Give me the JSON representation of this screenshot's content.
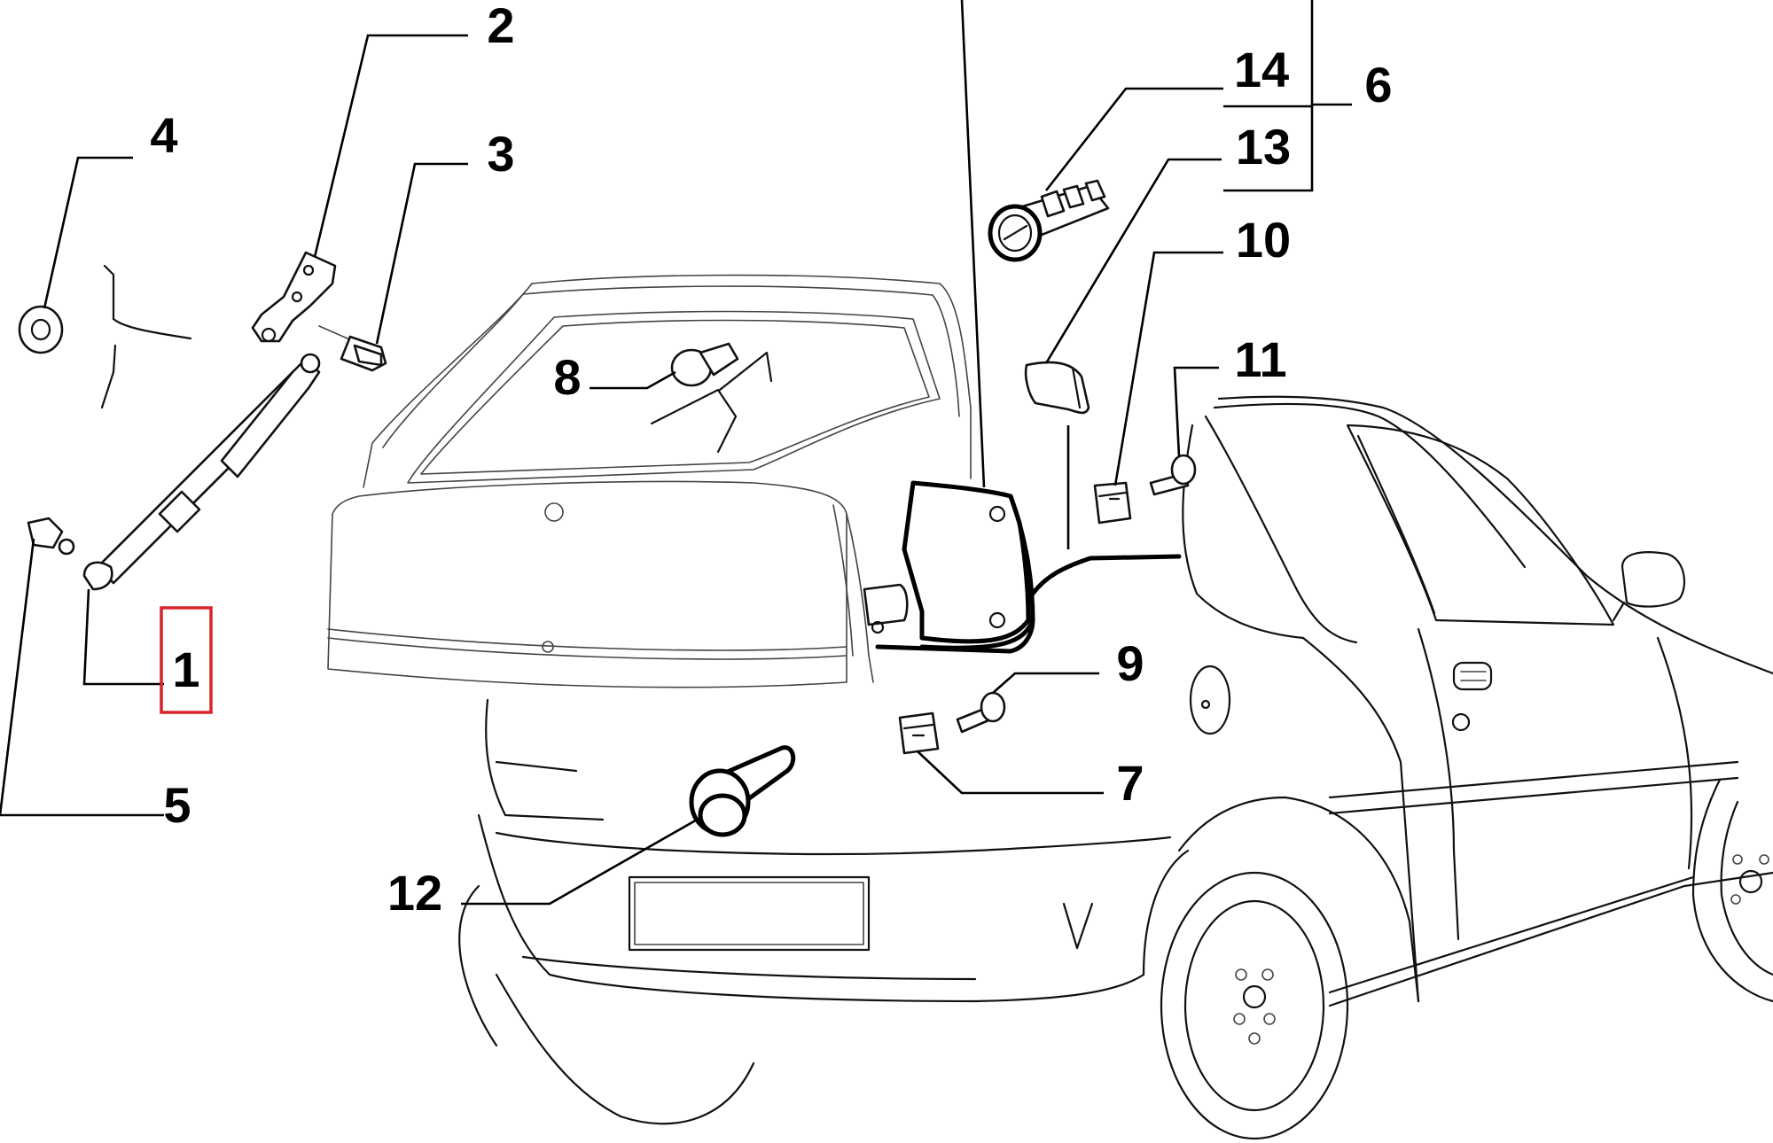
{
  "diagram": {
    "callouts": [
      {
        "id": "1",
        "label": "1",
        "highlighted": true
      },
      {
        "id": "2",
        "label": "2"
      },
      {
        "id": "3",
        "label": "3"
      },
      {
        "id": "4",
        "label": "4"
      },
      {
        "id": "5",
        "label": "5"
      },
      {
        "id": "6",
        "label": "6"
      },
      {
        "id": "7",
        "label": "7"
      },
      {
        "id": "8",
        "label": "8"
      },
      {
        "id": "9",
        "label": "9"
      },
      {
        "id": "10",
        "label": "10"
      },
      {
        "id": "11",
        "label": "11"
      },
      {
        "id": "12",
        "label": "12"
      },
      {
        "id": "13",
        "label": "13"
      },
      {
        "id": "14",
        "label": "14"
      }
    ],
    "highlight_color": "#d9232a",
    "line_color": "#000000",
    "background_color": "#ffffff"
  }
}
